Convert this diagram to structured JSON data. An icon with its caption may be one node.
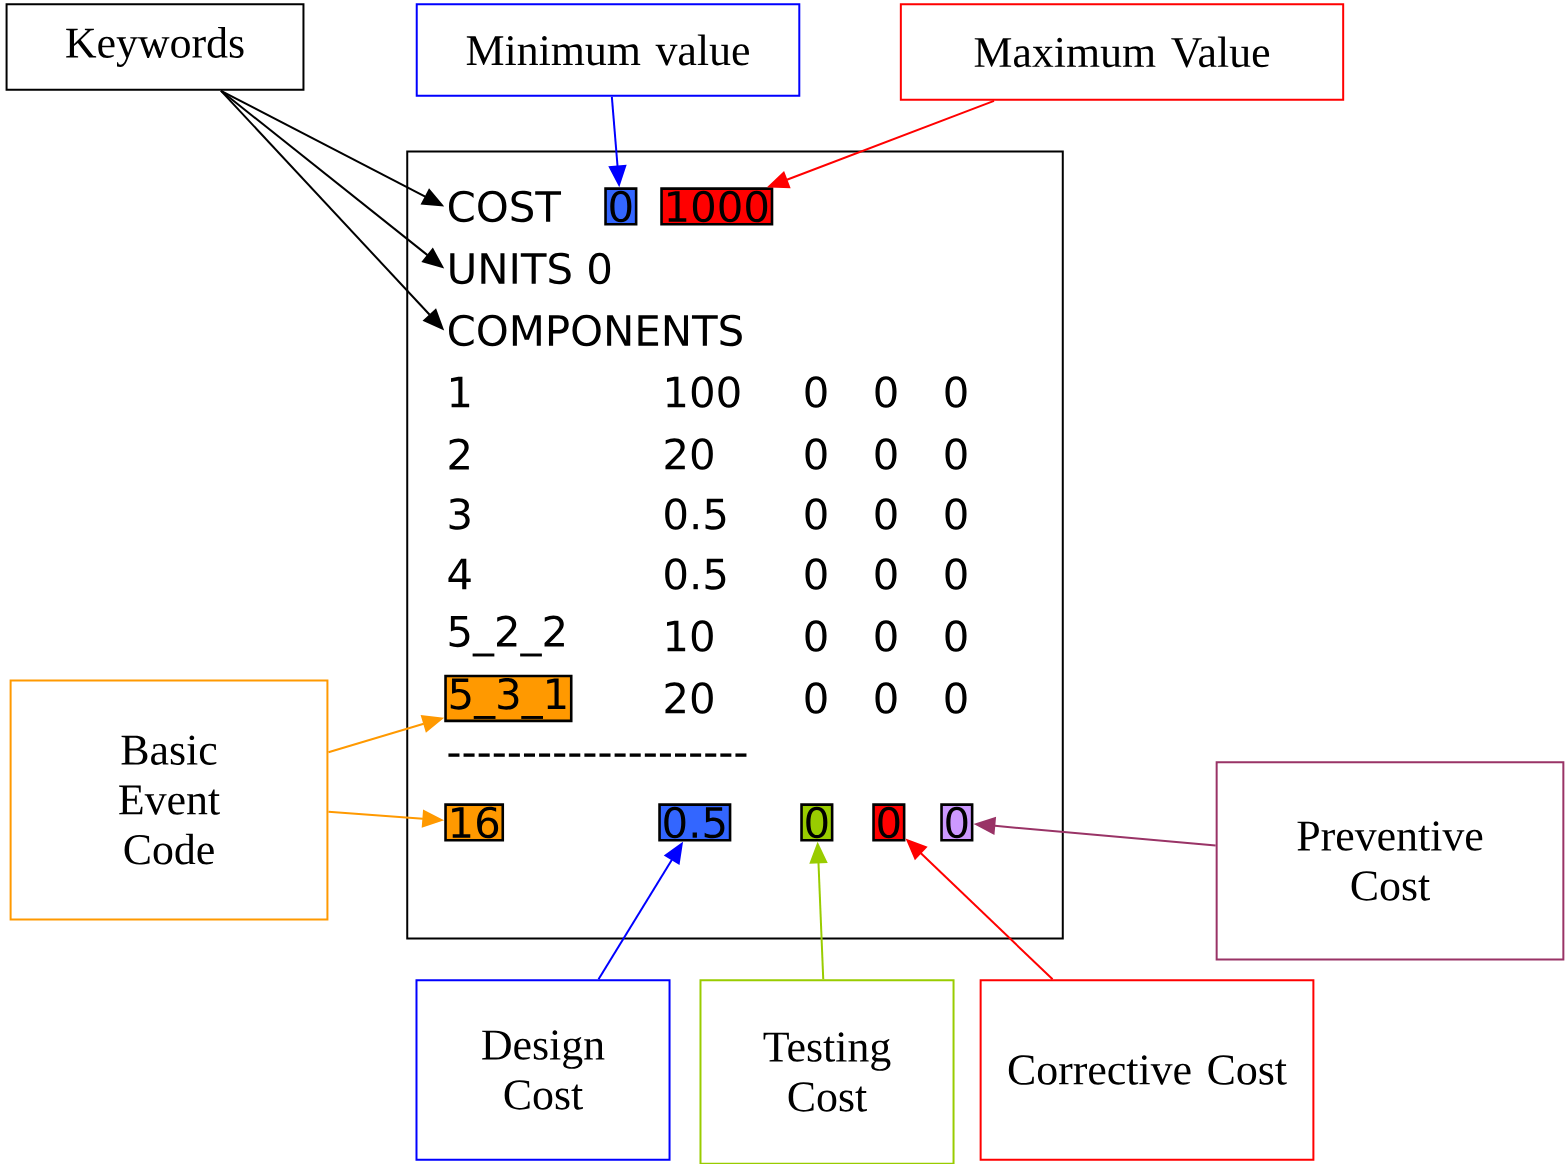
{
  "diagram": {
    "nodes": [
      {
        "text": [
          "Keywords"
        ]
      },
      {
        "text": [
          "Minimum value"
        ]
      },
      {
        "text": [
          "Maximum Value"
        ]
      },
      {
        "text": [],
        "shape": "box"
      },
      {
        "text": [
          "COST"
        ],
        "in": 3
      },
      {
        "text": [
          "0"
        ],
        "in": 3
      },
      {
        "text": [
          "1000"
        ],
        "in": 3
      },
      {
        "text": [
          "UNITS 0"
        ],
        "in": 3
      },
      {
        "text": [
          "COMPONENTS"
        ],
        "in": 3
      },
      {
        "text": [
          "5_3_1"
        ],
        "in": 3
      },
      {
        "text": [
          "16"
        ],
        "in": 3
      },
      {
        "text": [
          "0.5"
        ],
        "in": 3
      },
      {
        "text": [
          "0"
        ],
        "in": 3
      },
      {
        "text": [
          "0"
        ],
        "in": 3
      },
      {
        "text": [
          "0"
        ],
        "in": 3
      },
      {
        "text": [
          "Basic Event Code"
        ]
      },
      {
        "text": [
          "Preventive Cost"
        ]
      },
      {
        "text": [
          "Design Cost"
        ]
      },
      {
        "text": [
          "Testing Cost"
        ]
      },
      {
        "text": [
          "Corrective Cost"
        ]
      }
    ],
    "edges": [
      {
        "from": 0,
        "to": 4,
        "arrow": "to"
      },
      {
        "from": 0,
        "to": 7,
        "arrow": "to"
      },
      {
        "from": 0,
        "to": 8,
        "arrow": "to"
      },
      {
        "from": 1,
        "to": 5,
        "arrow": "to",
        "color": "#0000ff"
      },
      {
        "from": 2,
        "to": 6,
        "arrow": "to",
        "color": "#ff0000"
      },
      {
        "from": 15,
        "to": 9,
        "arrow": "to",
        "color": "#ff9900"
      },
      {
        "from": 15,
        "to": 10,
        "arrow": "to",
        "color": "#ff9900"
      },
      {
        "from": 16,
        "to": 14,
        "arrow": "to",
        "color": "#993366"
      },
      {
        "from": 17,
        "to": 11,
        "arrow": "to",
        "color": "#0000ff"
      },
      {
        "from": 18,
        "to": 12,
        "arrow": "to",
        "color": "#99cc00"
      },
      {
        "from": 19,
        "to": 13,
        "arrow": "to",
        "color": "#ff0000"
      }
    ],
    "labels": [
      "1",
      "100",
      "0",
      "0",
      "0",
      "2",
      "20",
      "0",
      "0",
      "0",
      "3",
      "0.5",
      "0",
      "0",
      "0",
      "4",
      "0.5",
      "0",
      "0",
      "0",
      "5_2_2",
      "10",
      "0",
      "0",
      "0",
      "20",
      "0",
      "0",
      "0",
      "--------------------"
    ]
  }
}
